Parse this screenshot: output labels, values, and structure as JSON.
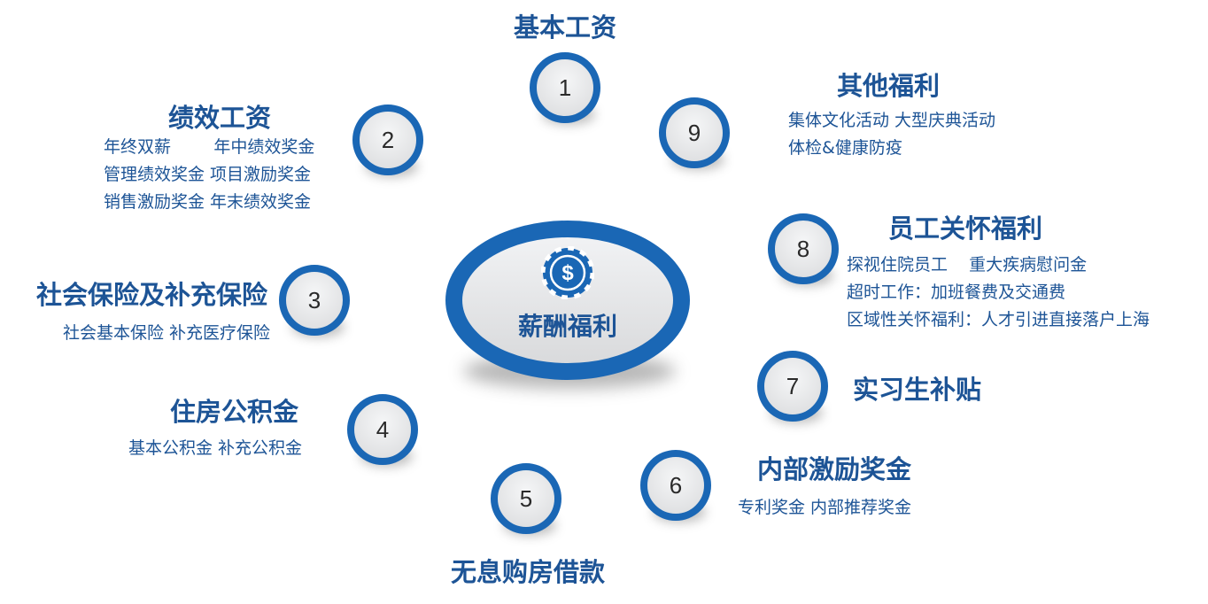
{
  "center": {
    "label": "薪酬福利",
    "icon": "dollar-chip-icon"
  },
  "colors": {
    "primary": "#1a67b5",
    "text": "#1d5496",
    "fill": "#e0e1e3"
  },
  "nodes": [
    {
      "num": "1",
      "title": "基本工资"
    },
    {
      "num": "2",
      "title": "绩效工资",
      "lines": [
        "年终双薪        年中绩效奖金",
        "管理绩效奖金  项目激励奖金",
        "销售激励奖金  年末绩效奖金"
      ]
    },
    {
      "num": "3",
      "title": "社会保险及补充保险",
      "lines": [
        "社会基本保险  补充医疗保险"
      ]
    },
    {
      "num": "4",
      "title": "住房公积金",
      "lines": [
        "基本公积金  补充公积金"
      ]
    },
    {
      "num": "5",
      "title": "无息购房借款"
    },
    {
      "num": "6",
      "title": "内部激励奖金",
      "lines": [
        "专利奖金  内部推荐奖金"
      ]
    },
    {
      "num": "7",
      "title": "实习生补贴"
    },
    {
      "num": "8",
      "title": "员工关怀福利",
      "lines": [
        "探视住院员工    重大疾病慰问金",
        "超时工作：加班餐费及交通费",
        "区域性关怀福利：人才引进直接落户上海"
      ]
    },
    {
      "num": "9",
      "title": "其他福利",
      "lines": [
        "集体文化活动  大型庆典活动",
        "体检&健康防疫"
      ]
    }
  ]
}
